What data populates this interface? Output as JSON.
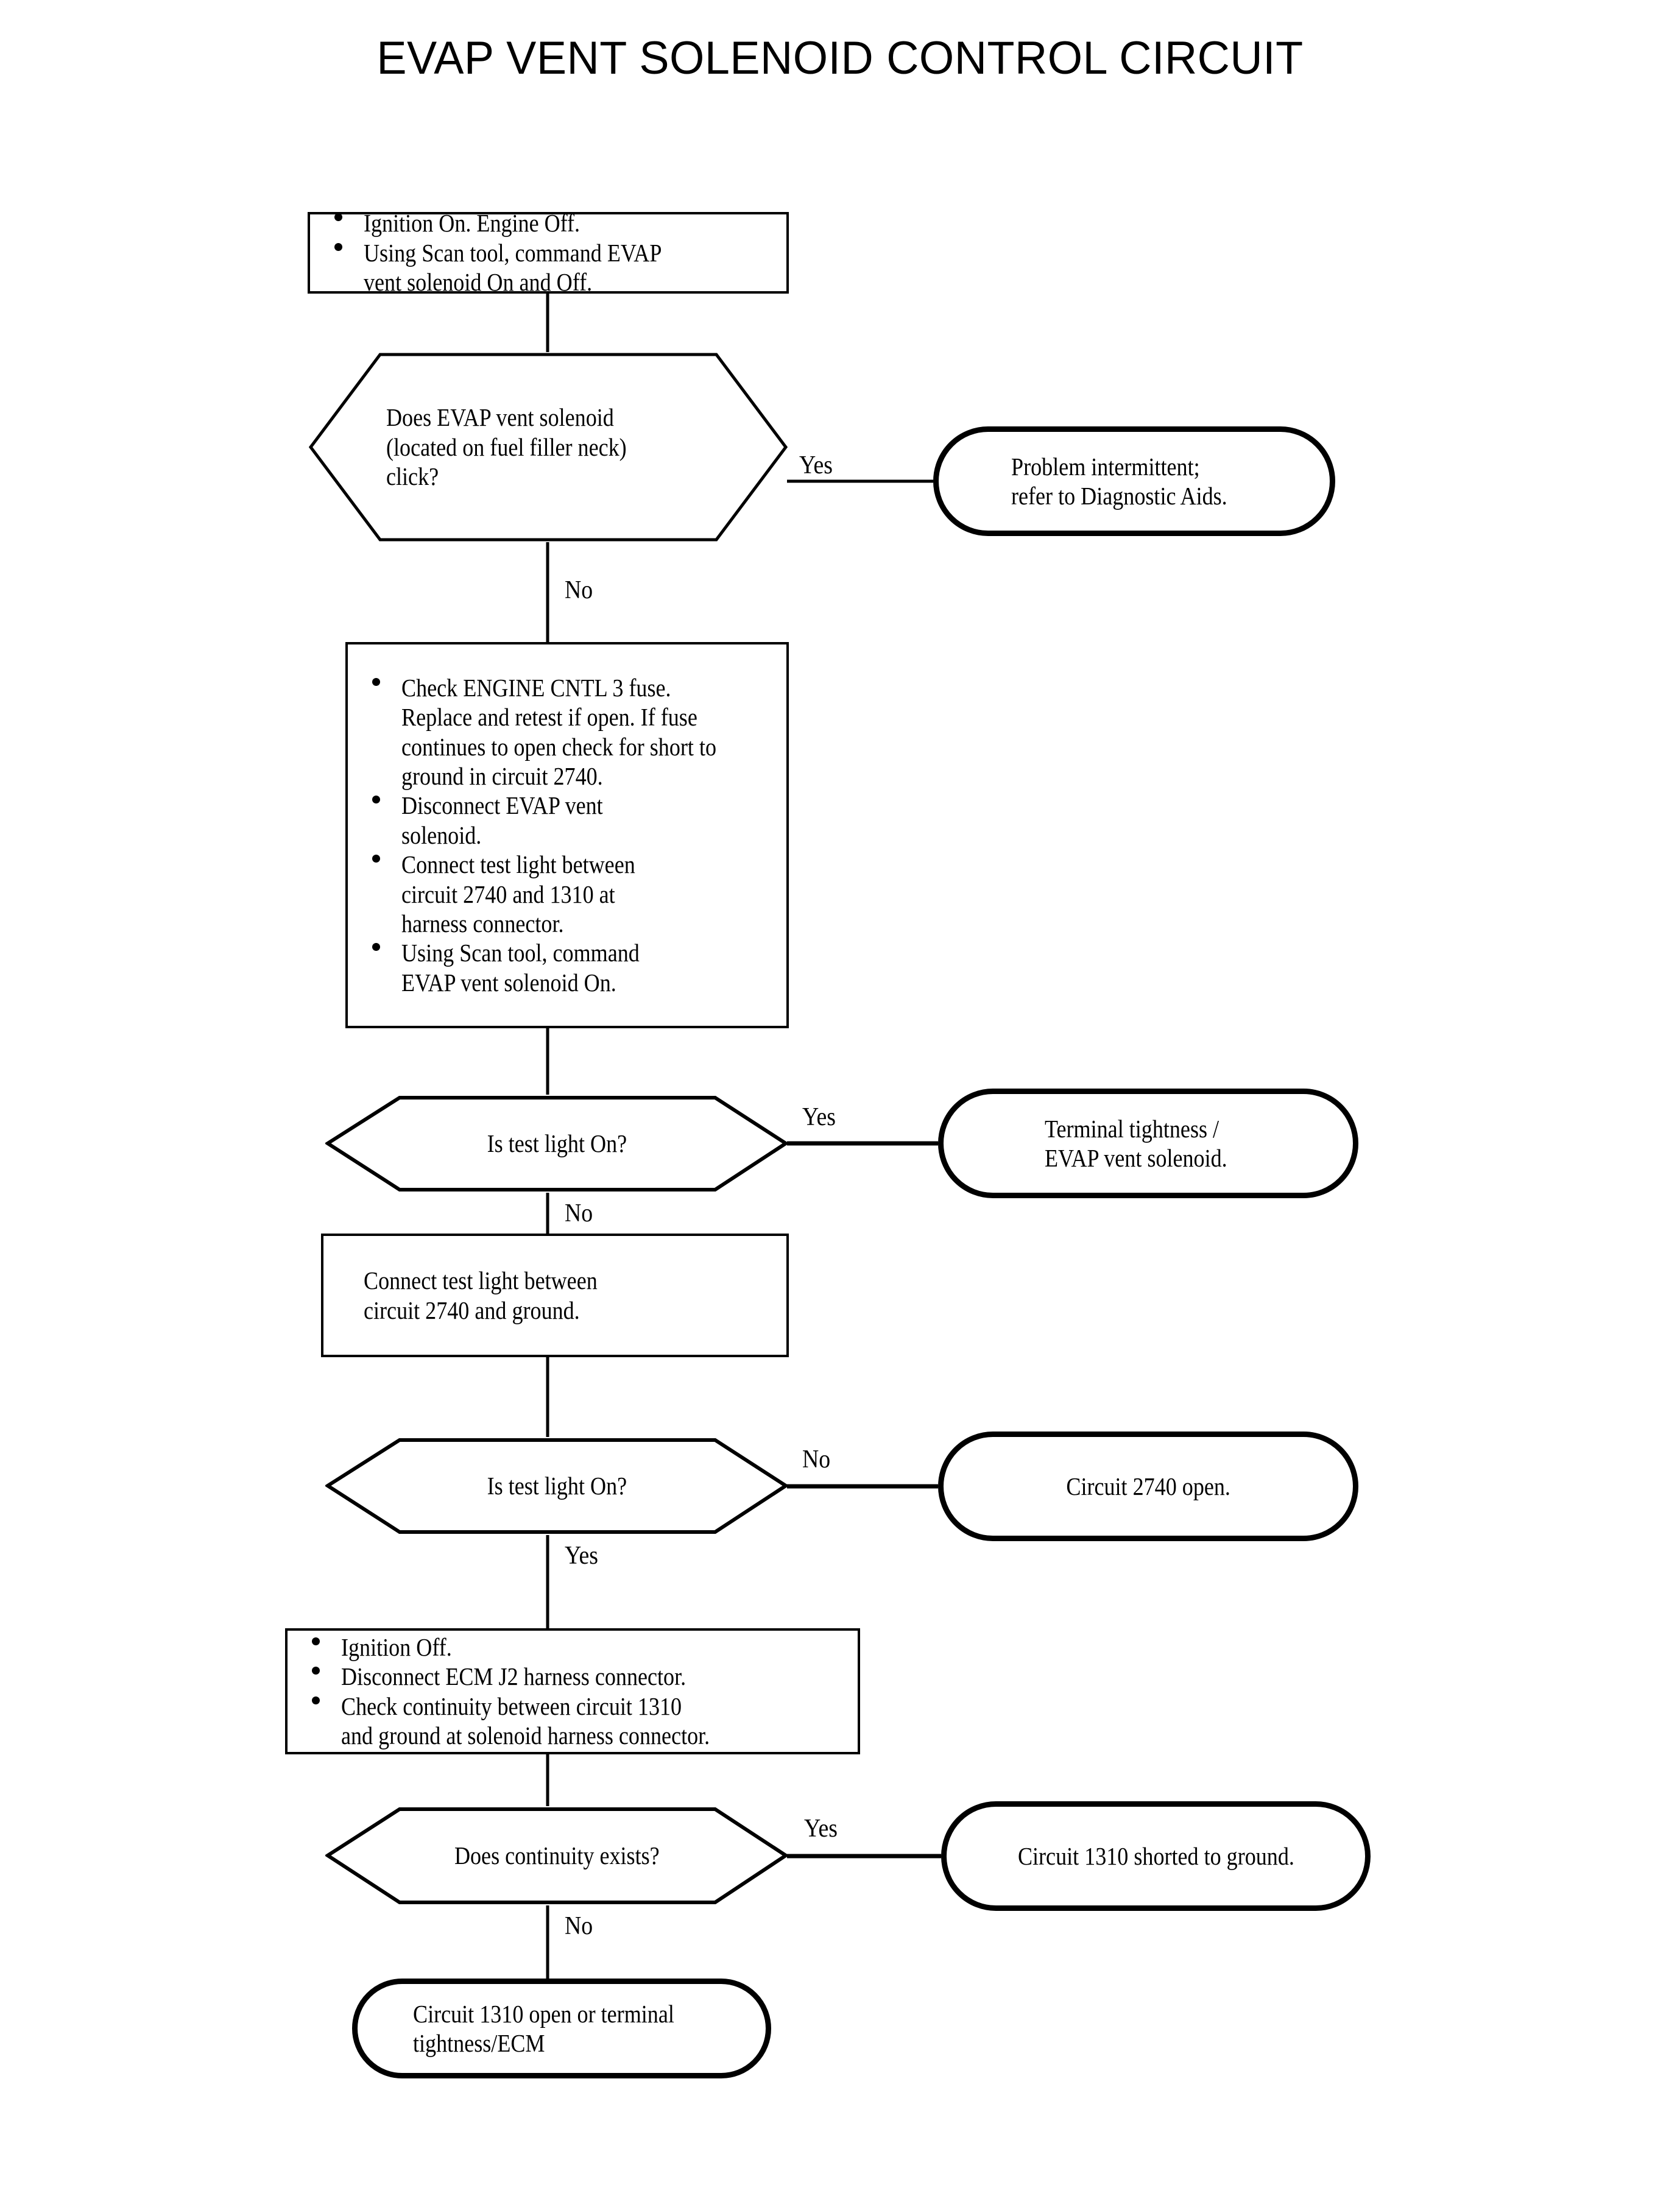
{
  "title": "EVAP VENT SOLENOID CONTROL CIRCUIT",
  "colors": {
    "ink": "#000000",
    "page": "#ffffff"
  },
  "nodes": {
    "step1": {
      "type": "process",
      "bullets": [
        [
          "Ignition On. Engine Off."
        ],
        [
          "Using Scan tool, command EVAP",
          "vent solenoid On and Off."
        ]
      ]
    },
    "decision1": {
      "type": "decision",
      "lines": [
        "Does EVAP vent solenoid",
        "(located on fuel filler neck)",
        "click?"
      ]
    },
    "result1": {
      "type": "terminator",
      "lines": [
        "Problem intermittent;",
        "refer to Diagnostic Aids."
      ]
    },
    "step2": {
      "type": "process",
      "bullets": [
        [
          "Check ENGINE CNTL 3 fuse.",
          "Replace and retest if open.  If fuse",
          "continues to open check for short to",
          "ground in circuit 2740."
        ],
        [
          "Disconnect EVAP vent",
          "solenoid."
        ],
        [
          "Connect test light between",
          "circuit 2740 and 1310 at",
          "harness connector."
        ],
        [
          "Using Scan tool, command",
          "EVAP vent solenoid On."
        ]
      ]
    },
    "decision2": {
      "type": "decision",
      "lines": [
        "Is test light On?"
      ]
    },
    "result2": {
      "type": "terminator",
      "lines": [
        "Terminal tightness /",
        "EVAP vent solenoid."
      ]
    },
    "step3": {
      "type": "process",
      "lines": [
        "Connect test light between",
        "circuit 2740 and ground."
      ]
    },
    "decision3": {
      "type": "decision",
      "lines": [
        "Is test light On?"
      ]
    },
    "result3": {
      "type": "terminator",
      "lines": [
        "Circuit 2740 open."
      ]
    },
    "step4": {
      "type": "process",
      "bullets": [
        [
          "Ignition Off."
        ],
        [
          "Disconnect ECM J2 harness connector."
        ],
        [
          "Check continuity between circuit 1310",
          "and ground at solenoid harness connector."
        ]
      ]
    },
    "decision4": {
      "type": "decision",
      "lines": [
        "Does continuity exists?"
      ]
    },
    "result4": {
      "type": "terminator",
      "lines": [
        "Circuit 1310 shorted to ground."
      ]
    },
    "result5": {
      "type": "terminator",
      "lines": [
        "Circuit 1310 open or terminal",
        "tightness/ECM"
      ]
    }
  },
  "branch_labels": {
    "d1_yes": "Yes",
    "d1_no": "No",
    "d2_yes": "Yes",
    "d2_no": "No",
    "d3_no": "No",
    "d3_yes": "Yes",
    "d4_yes": "Yes",
    "d4_no": "No"
  }
}
